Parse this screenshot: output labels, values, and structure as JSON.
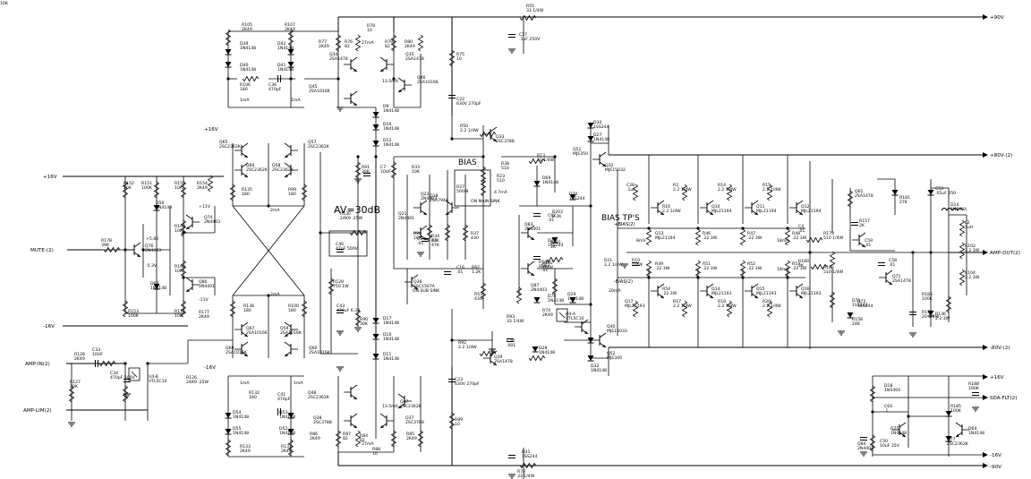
{
  "rails": {
    "top_p90": "+90V",
    "p80": "+80V-(2)",
    "m80": "-80V-(2)",
    "m90": "-90V",
    "p16_left": "+16V",
    "m16_left": "-16V",
    "m16_mid": "-16V",
    "p16_mid": "+16V",
    "p16_right": "+16V",
    "m16_right": "-16V",
    "sda_flt": "SDA-FLT(2)"
  },
  "io": {
    "mute": "MUTE-(2)",
    "amp_in": "AMP-IN(2)",
    "amp_lim": "AMP-LIM(2)",
    "amp_out": "AMP-OUT(2)",
    "bias2_top": "+BIAS(2)",
    "bias2_bot": "-BIAS(2)"
  },
  "headings": {
    "gain": "AV=30dB",
    "bias": "BIAS",
    "bias_tps": "BIAS TP'S"
  },
  "annotations": {
    "i1": "1mA",
    "i2": "1mA",
    "i3": "2mA",
    "i4": "2mA",
    "i5": "27mA",
    "i6": "13.5mA",
    "i7": "13.5mA",
    "i8": "27mA",
    "i9": "4.7mA",
    "i10": "18mA",
    "i11": "18mA",
    "i12": "20mA",
    "i13": "8mV",
    "i14": "1mA",
    "i15": "1mA",
    "v1": "+11V",
    "v2": "-11V",
    "v3": "+5.8V",
    "v4": "-5.3V",
    "sink1": "ON MAIN SINK",
    "sink2": "ON SUB SINK"
  },
  "components": [
    {
      "ref": "R105",
      "val": "2K49"
    },
    {
      "ref": "R107",
      "val": "2K49"
    },
    {
      "ref": "D39",
      "val": "1N4148"
    },
    {
      "ref": "D42",
      "val": "1N4148"
    },
    {
      "ref": "D40",
      "val": "1N4148"
    },
    {
      "ref": "D41",
      "val": "1N4148"
    },
    {
      "ref": "R106",
      "val": "180"
    },
    {
      "ref": "C36",
      "val": "470pF"
    },
    {
      "ref": "R77",
      "val": "2K49"
    },
    {
      "ref": "R76",
      "val": "82"
    },
    {
      "ref": "R78",
      "val": "10"
    },
    {
      "ref": "R79",
      "val": "82"
    },
    {
      "ref": "R80",
      "val": "2K49"
    },
    {
      "ref": "Q34",
      "val": "2SA1478"
    },
    {
      "ref": "Q35",
      "val": "2SA1478"
    },
    {
      "ref": "Q45",
      "val": "2SA1016K"
    },
    {
      "ref": "Q46",
      "val": "2SA1016K"
    },
    {
      "ref": "R75",
      "val": "10"
    },
    {
      "ref": "C22",
      "val": "630V 270pF"
    },
    {
      "ref": "R55",
      "val": "33 1/4W"
    },
    {
      "ref": "C27",
      "val": ".1uF 250V"
    },
    {
      "ref": "Q65",
      "val": "2SC2362K"
    },
    {
      "ref": "Q57",
      "val": "2SC2362K"
    },
    {
      "ref": "Q66",
      "val": "2SC2362K"
    },
    {
      "ref": "Q58",
      "val": "2SC2362K"
    },
    {
      "ref": "R135",
      "val": "180"
    },
    {
      "ref": "R99",
      "val": "180"
    },
    {
      "ref": "R152",
      "val": "20K"
    },
    {
      "ref": "R151",
      "val": "100K"
    },
    {
      "ref": "R155",
      "val": "10K"
    },
    {
      "ref": "R154",
      "val": "2K49"
    },
    {
      "ref": "D56",
      "val": "1N4148"
    },
    {
      "ref": "Q74",
      "val": "2N4403"
    },
    {
      "ref": "R148",
      "val": "10K"
    },
    {
      "ref": "R178",
      "val": "39K"
    },
    {
      "ref": "Q76",
      "val": "2N4403"
    },
    {
      "ref": "R190",
      "val": "10K"
    },
    {
      "ref": "Q80",
      "val": "2N4401"
    },
    {
      "ref": "D63",
      "val": "1N4148"
    },
    {
      "ref": "R153",
      "val": "100K"
    },
    {
      "ref": "R176",
      "val": "10K"
    },
    {
      "ref": "R177",
      "val": "2K49"
    },
    {
      "ref": "R138",
      "val": "180"
    },
    {
      "ref": "R100",
      "val": "180"
    },
    {
      "ref": "Q67",
      "val": "2SA1016K"
    },
    {
      "ref": "Q59",
      "val": "2SA1016K"
    },
    {
      "ref": "Q68",
      "val": "2SA1016K"
    },
    {
      "ref": "Q60",
      "val": "2SA1016K"
    },
    {
      "ref": "R128",
      "val": "2K49"
    },
    {
      "ref": "C33",
      "val": "10UF"
    },
    {
      "ref": "R127",
      "val": "10K"
    },
    {
      "ref": "C34",
      "val": "470pF 500V"
    },
    {
      "ref": "U4-B",
      "val": "VTL5C10"
    },
    {
      "ref": "R126",
      "val": "24K9 .25W"
    },
    {
      "ref": "R130",
      "val": "24K9 .25W"
    },
    {
      "ref": "C40",
      "val": "47pF 500V"
    },
    {
      "ref": "R129",
      "val": "750 1W"
    },
    {
      "ref": "C43",
      "val": "470uF 6.3V"
    },
    {
      "ref": "R132",
      "val": "180"
    },
    {
      "ref": "C41",
      "val": "470pF"
    },
    {
      "ref": "D54",
      "val": "1N4148"
    },
    {
      "ref": "D53",
      "val": "1N4148"
    },
    {
      "ref": "D55",
      "val": "1N4148"
    },
    {
      "ref": "D52",
      "val": "1N4148"
    },
    {
      "ref": "R133",
      "val": "2K49"
    },
    {
      "ref": "R131",
      "val": "2K49"
    },
    {
      "ref": "Q48",
      "val": "2SC2362K"
    },
    {
      "ref": "Q47",
      "val": "2SC2362K"
    },
    {
      "ref": "Q38",
      "val": "2SC3788"
    },
    {
      "ref": "Q37",
      "val": "2SC3788"
    },
    {
      "ref": "R86",
      "val": "2K49"
    },
    {
      "ref": "R87",
      "val": "82"
    },
    {
      "ref": "R84",
      "val": "82"
    },
    {
      "ref": "R85",
      "val": "2K49"
    },
    {
      "ref": "R88",
      "val": "10"
    },
    {
      "ref": "R89",
      "val": "10"
    },
    {
      "ref": "C23",
      "val": "630V 270pF"
    },
    {
      "ref": "D9",
      "val": "1N4148"
    },
    {
      "ref": "D16",
      "val": "1N4148"
    },
    {
      "ref": "D12",
      "val": "1N4148"
    },
    {
      "ref": "R91",
      "val": "30K"
    },
    {
      "ref": "C7",
      "val": "10UF"
    },
    {
      "ref": "R33",
      "val": "10K"
    },
    {
      "ref": "Q22",
      "val": "2N4403"
    },
    {
      "ref": "Q21",
      "val": "2N4401"
    },
    {
      "ref": "Q18",
      "val": "2SA794A"
    },
    {
      "ref": "R27",
      "val": "500-B"
    },
    {
      "ref": "R34",
      "val": "47K"
    },
    {
      "ref": "R4",
      "val": "47K"
    },
    {
      "ref": "R37",
      "val": "430"
    },
    {
      "ref": "R26",
      "val": "10K"
    },
    {
      "ref": "C5",
      "val": ".01"
    },
    {
      "ref": "R38",
      "val": "510"
    },
    {
      "ref": "R23",
      "val": "510"
    },
    {
      "ref": "C16",
      "val": ".01"
    },
    {
      "ref": "R82",
      "val": "1.2K"
    },
    {
      "ref": "Q36",
      "val": "2SC1567A"
    },
    {
      "ref": "R53",
      "val": "430"
    },
    {
      "ref": "R90",
      "val": "30K"
    },
    {
      "ref": "D17",
      "val": "1N4148"
    },
    {
      "ref": "D10",
      "val": "1N4148"
    },
    {
      "ref": "D11",
      "val": "1N4148"
    },
    {
      "ref": "R50",
      "val": "2.2 1/4W"
    },
    {
      "ref": "Q33",
      "val": "2SC3788"
    },
    {
      "ref": "D30",
      "val": "1SS244"
    },
    {
      "ref": "D27",
      "val": "1N4148"
    },
    {
      "ref": "Q51",
      "val": "MJE350"
    },
    {
      "ref": "Q32",
      "val": "MJE15032"
    },
    {
      "ref": "R13",
      "val": "33 1/4W"
    },
    {
      "ref": "D69",
      "val": "1N4148"
    },
    {
      "ref": "D70",
      "val": "1SS244"
    },
    {
      "ref": "R203",
      "val": "8.2K"
    },
    {
      "ref": "C62",
      "val": ".01"
    },
    {
      "ref": "Q83",
      "val": "2N4401"
    },
    {
      "ref": "D73",
      "val": "1SS244"
    },
    {
      "ref": "R201",
      "val": "2K"
    },
    {
      "ref": "R139",
      "val": "82K"
    },
    {
      "ref": "C63",
      "val": ".01"
    },
    {
      "ref": "R192",
      "val": "1/4W"
    },
    {
      "ref": "Q87",
      "val": "2N4403"
    },
    {
      "ref": "D74",
      "val": "1N4148"
    },
    {
      "ref": "D29",
      "val": "1N4148"
    },
    {
      "ref": "R74",
      "val": "2K49"
    },
    {
      "ref": "U4-A",
      "val": "VTL5C10"
    },
    {
      "ref": "Q40",
      "val": "MJE15033"
    },
    {
      "ref": "R93",
      "val": "33 1/4W"
    },
    {
      "ref": "C20",
      "val": ".001"
    },
    {
      "ref": "R92",
      "val": "2.2 1/4W"
    },
    {
      "ref": "Q39",
      "val": "2SA1478"
    },
    {
      "ref": "D28",
      "val": "1N4148"
    },
    {
      "ref": "Q52",
      "val": "MJE340"
    },
    {
      "ref": "D32",
      "val": "1N4148"
    },
    {
      "ref": "D31",
      "val": "1SS244"
    },
    {
      "ref": "R73",
      "val": "33 1/4W"
    },
    {
      "ref": "C28",
      "val": ".1uF"
    },
    {
      "ref": "R2",
      "val": "2.2 1/4W"
    },
    {
      "ref": "R14",
      "val": "2.2 1/4W"
    },
    {
      "ref": "R15",
      "val": "2.2 1/4W"
    },
    {
      "ref": "R16",
      "val": "2.2 1/4W"
    },
    {
      "ref": "Q10",
      "val": "MJL21194"
    },
    {
      "ref": "Q11",
      "val": "MJL21194"
    },
    {
      "ref": "Q12",
      "val": "MJL21194"
    },
    {
      "ref": "Q13",
      "val": "MJL21194"
    },
    {
      "ref": "R46",
      "val": ".22 3W"
    },
    {
      "ref": "R47",
      "val": ".22 3W"
    },
    {
      "ref": "R48",
      "val": ".22 3W"
    },
    {
      "ref": "R49",
      "val": ".22 3W"
    },
    {
      "ref": "R51",
      "val": ".22 3W"
    },
    {
      "ref": "R52",
      "val": ".22 3W"
    },
    {
      "ref": "R53",
      "val": ".22 3W"
    },
    {
      "ref": "R54",
      "val": ".22 3W"
    },
    {
      "ref": "Q14",
      "val": "MJL21193"
    },
    {
      "ref": "Q15",
      "val": "MJL21193"
    },
    {
      "ref": "Q16",
      "val": "MJL21193"
    },
    {
      "ref": "Q17",
      "val": "MJL21193"
    },
    {
      "ref": "R17",
      "val": "2.2 1/4W"
    },
    {
      "ref": "R18",
      "val": "2.2 1/4W"
    },
    {
      "ref": "R20",
      "val": "2.2 1/4W"
    },
    {
      "ref": "R21",
      "val": "2.2 1/4W"
    },
    {
      "ref": "R10",
      "val": "1/4W"
    },
    {
      "ref": "C4",
      "val": ".01"
    },
    {
      "ref": "R179",
      "val": "510 1/4W"
    },
    {
      "ref": "R180",
      "val": "2K"
    },
    {
      "ref": "R182",
      "val": "510 1/4W"
    },
    {
      "ref": "R157",
      "val": "2K"
    },
    {
      "ref": "C58",
      "val": ".01"
    },
    {
      "ref": "C59",
      "val": ".01"
    },
    {
      "ref": "Q71",
      "val": "2SA1478"
    },
    {
      "ref": "Q61",
      "val": "2SA1478"
    },
    {
      "ref": "R181",
      "val": "27K"
    },
    {
      "ref": "D71",
      "val": "1SS244"
    },
    {
      "ref": "R158",
      "val": "24K"
    },
    {
      "ref": "D72",
      "val": "1SS244"
    },
    {
      "ref": "R183",
      "val": "100K"
    },
    {
      "ref": "R150",
      "val": "20 1/4W"
    },
    {
      "ref": "C53",
      "val": ".05uF 250"
    },
    {
      "ref": "D14",
      "val": "1N5404"
    },
    {
      "ref": "L2",
      "val": "1uH"
    },
    {
      "ref": "R102",
      "val": "2.2 3W"
    },
    {
      "ref": "R104",
      "val": "2.2 3W"
    },
    {
      "ref": "R136",
      "val": "2.2 3W"
    },
    {
      "ref": "D18",
      "val": "1N5404"
    },
    {
      "ref": "R188",
      "val": "100K"
    },
    {
      "ref": "C64",
      "val": ".1"
    },
    {
      "ref": "R185",
      "val": "100K"
    },
    {
      "ref": "D75",
      "val": "1N4148"
    },
    {
      "ref": "Q77",
      "val": "2SC2362K"
    },
    {
      "ref": "D64",
      "val": "1N4148"
    },
    {
      "ref": "Q84",
      "val": "2N4403"
    },
    {
      "ref": "C50",
      "val": "10uF 35V"
    },
    {
      "ref": "R184",
      "val": "10K"
    }
  ]
}
